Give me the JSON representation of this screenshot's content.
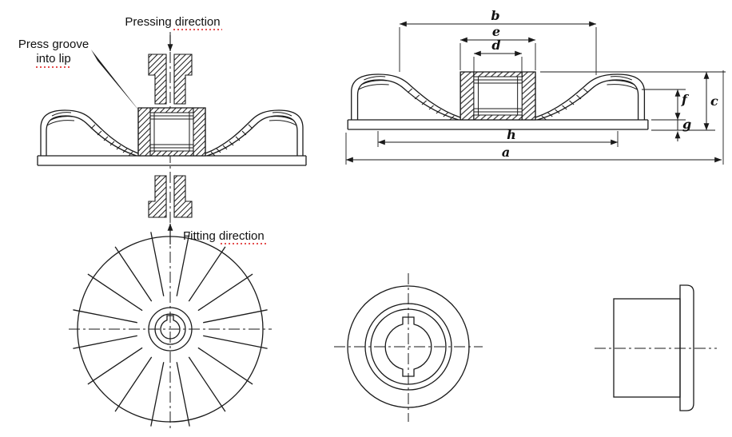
{
  "labels": {
    "pressing_direction": "Pressing direction",
    "press_groove_line1": "Press groove",
    "press_groove_line2": "into lip",
    "fitting_direction": "Fitting direction"
  },
  "dimensions": {
    "a": "a",
    "b": "b",
    "c": "c",
    "d": "d",
    "e": "e",
    "f": "f",
    "g": "g",
    "h": "h"
  },
  "colors": {
    "line_color": "#1a1a1a",
    "background": "#ffffff",
    "spellcheck_underline": "#e03636"
  }
}
